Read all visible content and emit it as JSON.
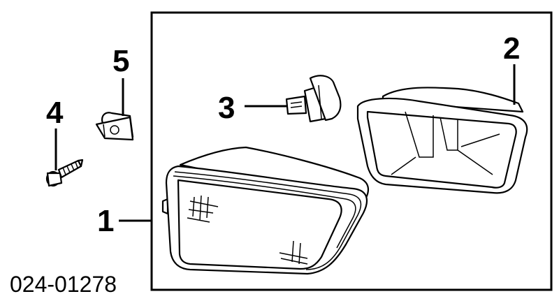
{
  "diagram": {
    "part_number": "024-01278",
    "callouts": {
      "c1": "1",
      "c2": "2",
      "c3": "3",
      "c4": "4",
      "c5": "5"
    }
  }
}
